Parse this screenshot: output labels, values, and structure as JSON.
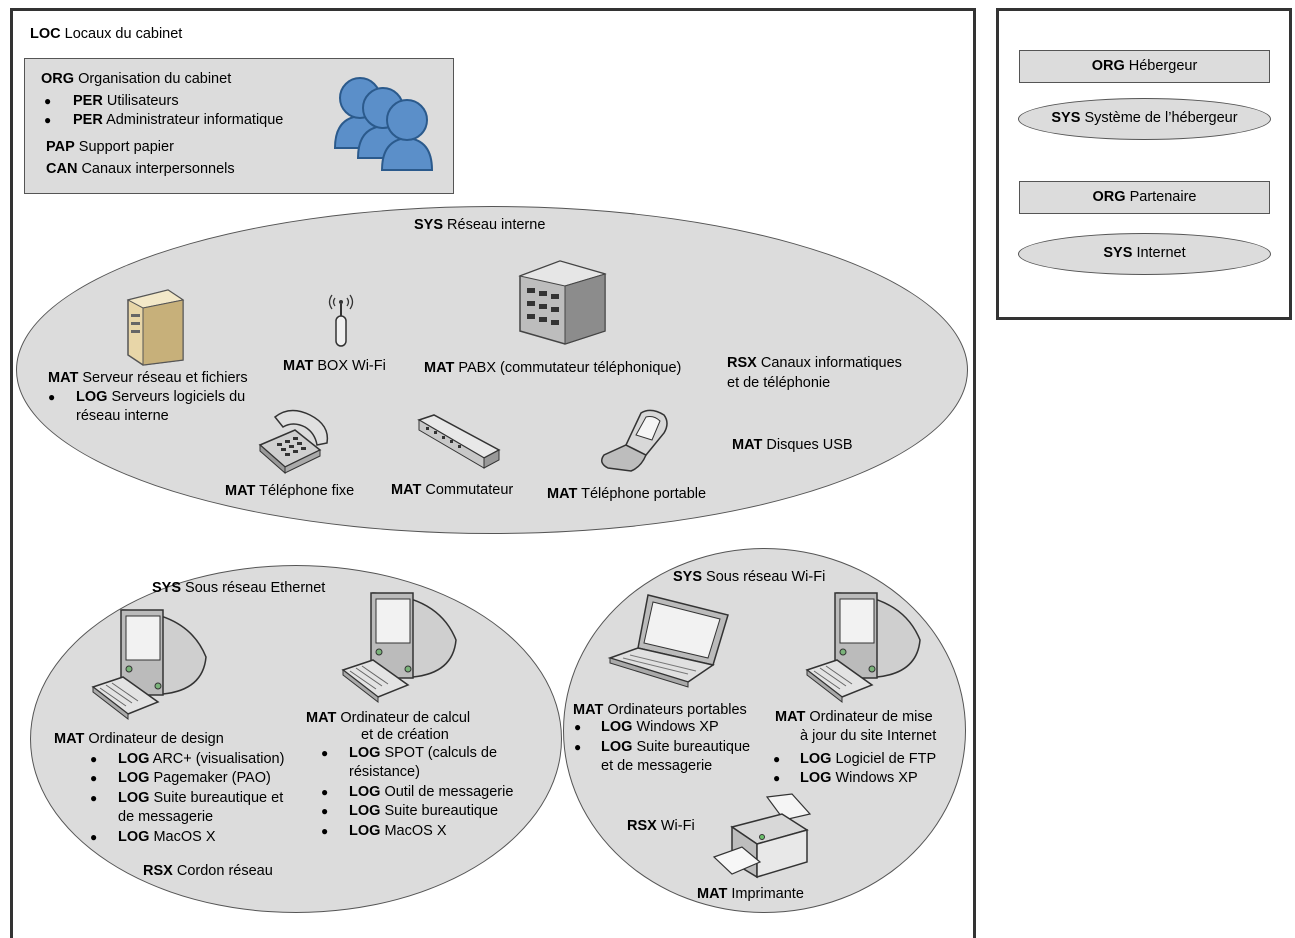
{
  "loc": {
    "code": "LOC",
    "label": "Locaux du cabinet"
  },
  "org_box": {
    "org": {
      "code": "ORG",
      "label": "Organisation du cabinet"
    },
    "per1": {
      "code": "PER",
      "label": "Utilisateurs"
    },
    "per2": {
      "code": "PER",
      "label": "Administrateur informatique"
    },
    "pap": {
      "code": "PAP",
      "label": "Support papier"
    },
    "can": {
      "code": "CAN",
      "label": "Canaux interpersonnels"
    }
  },
  "right_panel": {
    "org_hebergeur": {
      "code": "ORG",
      "label": "Hébergeur"
    },
    "sys_hebergeur": {
      "code": "SYS",
      "label": "Système de l’hébergeur"
    },
    "org_partenaire": {
      "code": "ORG",
      "label": "Partenaire"
    },
    "sys_internet": {
      "code": "SYS",
      "label": "Internet"
    }
  },
  "reseau_interne": {
    "title": {
      "code": "SYS",
      "label": "Réseau interne"
    },
    "serveur": {
      "code": "MAT",
      "label": "Serveur réseau et fichiers"
    },
    "serveur_log": {
      "code": "LOG",
      "label1": "Serveurs logiciels du",
      "label2": "réseau interne"
    },
    "box": {
      "code": "MAT",
      "label": "BOX Wi-Fi"
    },
    "pabx": {
      "code": "MAT",
      "label": "PABX (commutateur téléphonique)"
    },
    "rsx": {
      "code": "RSX",
      "label1": "Canaux informatiques",
      "label2": "et de téléphonie"
    },
    "tel_fixe": {
      "code": "MAT",
      "label": "Téléphone fixe"
    },
    "commutateur": {
      "code": "MAT",
      "label": "Commutateur"
    },
    "tel_portable": {
      "code": "MAT",
      "label": "Téléphone portable"
    },
    "usb": {
      "code": "MAT",
      "label": "Disques USB"
    }
  },
  "ethernet": {
    "title": {
      "code": "SYS",
      "label": "Sous réseau Ethernet"
    },
    "design": {
      "code": "MAT",
      "label": "Ordinateur de design"
    },
    "design_logs": [
      {
        "code": "LOG",
        "label": "ARC+ (visualisation)"
      },
      {
        "code": "LOG",
        "label": "Pagemaker (PAO)"
      },
      {
        "code": "LOG",
        "label": "Suite bureautique et",
        "label2": "de messagerie"
      },
      {
        "code": "LOG",
        "label": "MacOS X"
      }
    ],
    "calcul": {
      "code": "MAT",
      "label": "Ordinateur de calcul",
      "label2": "et de création"
    },
    "calcul_logs": [
      {
        "code": "LOG",
        "label": "SPOT (calculs de",
        "label2": "résistance)"
      },
      {
        "code": "LOG",
        "label": "Outil de messagerie"
      },
      {
        "code": "LOG",
        "label": "Suite bureautique"
      },
      {
        "code": "LOG",
        "label": "MacOS X"
      }
    ],
    "rsx": {
      "code": "RSX",
      "label": "Cordon réseau"
    }
  },
  "wifi": {
    "title": {
      "code": "SYS",
      "label": "Sous réseau Wi-Fi"
    },
    "portables": {
      "code": "MAT",
      "label": "Ordinateurs portables"
    },
    "portables_logs": [
      {
        "code": "LOG",
        "label": "Windows XP"
      },
      {
        "code": "LOG",
        "label": "Suite bureautique",
        "label2": "et de messagerie"
      }
    ],
    "maj": {
      "code": "MAT",
      "label": "Ordinateur de mise",
      "label2": "à jour du site Internet"
    },
    "maj_logs": [
      {
        "code": "LOG",
        "label": "Logiciel de FTP"
      },
      {
        "code": "LOG",
        "label": "Windows XP"
      }
    ],
    "rsx": {
      "code": "RSX",
      "label": "Wi-Fi"
    },
    "imprimante": {
      "code": "MAT",
      "label": "Imprimante"
    }
  },
  "bullet_glyph": "●",
  "colors": {
    "fill": "#dcdcdc",
    "border": "#333333",
    "users_blue": "#5b8fc9"
  }
}
